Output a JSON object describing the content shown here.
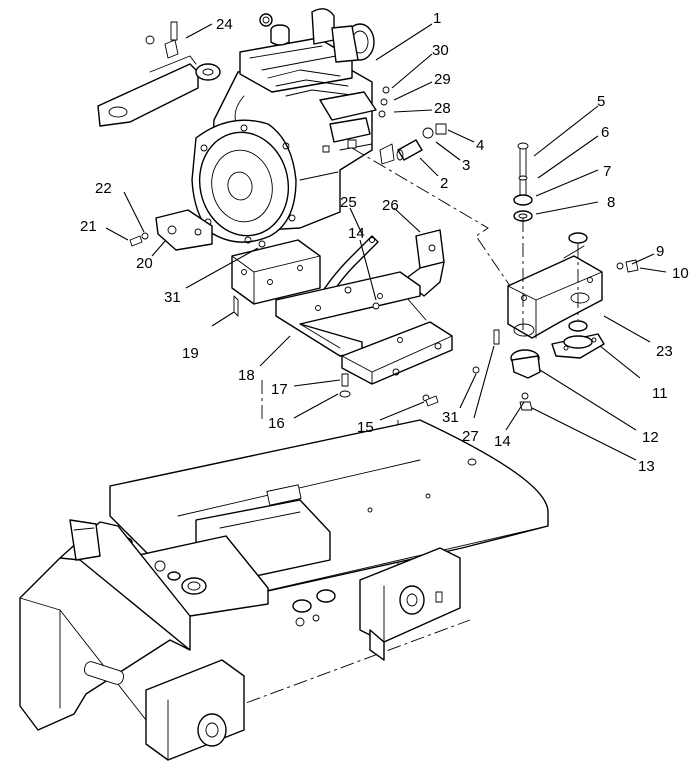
{
  "callouts": [
    {
      "label": "1"
    },
    {
      "label": "2"
    },
    {
      "label": "3"
    },
    {
      "label": "4"
    },
    {
      "label": "5"
    },
    {
      "label": "6"
    },
    {
      "label": "7"
    },
    {
      "label": "8"
    },
    {
      "label": "9"
    },
    {
      "label": "10"
    },
    {
      "label": "11"
    },
    {
      "label": "12"
    },
    {
      "label": "13"
    },
    {
      "label": "14"
    },
    {
      "label": "14"
    },
    {
      "label": "15"
    },
    {
      "label": "16"
    },
    {
      "label": "17"
    },
    {
      "label": "18"
    },
    {
      "label": "19"
    },
    {
      "label": "20"
    },
    {
      "label": "21"
    },
    {
      "label": "22"
    },
    {
      "label": "23"
    },
    {
      "label": "24"
    },
    {
      "label": "25"
    },
    {
      "label": "26"
    },
    {
      "label": "27"
    },
    {
      "label": "28"
    },
    {
      "label": "29"
    },
    {
      "label": "30"
    },
    {
      "label": "31"
    },
    {
      "label": "31"
    }
  ]
}
